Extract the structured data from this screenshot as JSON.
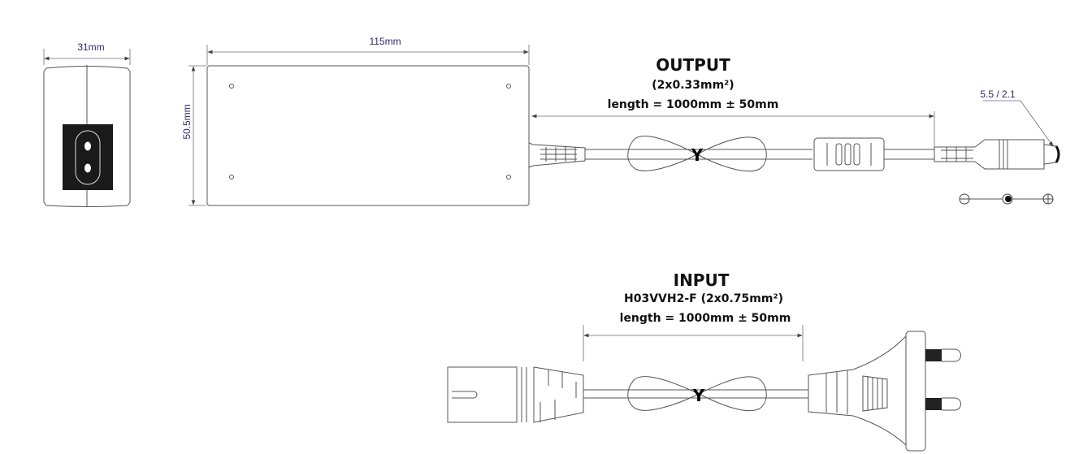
{
  "side_view": {
    "width_label": "31mm"
  },
  "top_view": {
    "length_label": "115mm",
    "height_label": "50.5mm"
  },
  "output": {
    "title": "OUTPUT",
    "cable_spec": "(2x0.33mm²)",
    "length": "length = 1000mm ± 50mm",
    "plug_size": "5.5 / 2.1",
    "polarity": {
      "left": "minus",
      "center": "filled",
      "right": "plus"
    }
  },
  "input": {
    "title": "INPUT",
    "cable_spec": "H03VVH2-F (2x0.75mm²)",
    "length": "length = 1000mm ± 50mm"
  },
  "colors": {
    "dimension": "#2b2b6e",
    "outline": "#555555",
    "socket": "#1a1a1a"
  }
}
